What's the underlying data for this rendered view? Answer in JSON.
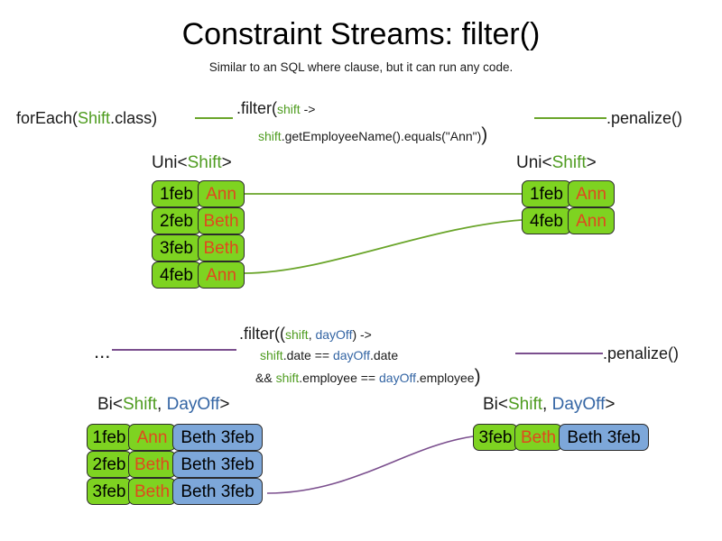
{
  "header": {
    "title": "Constraint Streams: filter()",
    "subtitle": "Similar to an SQL where clause, but it can run any code."
  },
  "colors": {
    "shift_green": "#7ed321",
    "dayoff_blue": "#7da7d9",
    "name_orange": "#e0481e",
    "token_green": "#4f9c20",
    "token_blue": "#3465a4",
    "line_green": "#6aa52a",
    "line_purple": "#7b4f8e",
    "card_border": "#2b2b2b",
    "background": "#ffffff"
  },
  "uni_section": {
    "source_call": {
      "prefix": "forEach(",
      "type": "Shift",
      "suffix": ".class)"
    },
    "filter_line1_prefix": ".filter(",
    "filter_line1_param": "shift",
    "filter_line1_arrow": " ->",
    "filter_line2_var": "shift",
    "filter_line2_body": ".getEmployeeName().equals(\"Ann\")",
    "filter_close_paren": ")",
    "penalize_label": ".penalize()",
    "input_label": {
      "prefix": "Uni<",
      "type": "Shift",
      "suffix": ">"
    },
    "output_label": {
      "prefix": "Uni<",
      "type": "Shift",
      "suffix": ">"
    },
    "input_rows": [
      {
        "date": "1feb",
        "name": "Ann"
      },
      {
        "date": "2feb",
        "name": "Beth"
      },
      {
        "date": "3feb",
        "name": "Beth"
      },
      {
        "date": "4feb",
        "name": "Ann"
      }
    ],
    "output_rows": [
      {
        "date": "1feb",
        "name": "Ann"
      },
      {
        "date": "4feb",
        "name": "Ann"
      }
    ]
  },
  "bi_section": {
    "source_ellipsis": "...",
    "filter_line1_prefix": ".filter((",
    "filter_line1_param1": "shift",
    "filter_line1_comma": ", ",
    "filter_line1_param2": "dayOff",
    "filter_line1_arrow": ") ->",
    "filter_line2_var1": "shift",
    "filter_line2_mid": ".date == ",
    "filter_line2_var2": "dayOff",
    "filter_line2_end": ".date",
    "filter_line3_op": "&& ",
    "filter_line3_var1": "shift",
    "filter_line3_mid": ".employee == ",
    "filter_line3_var2": "dayOff",
    "filter_line3_end": ".employee",
    "filter_close_paren": ")",
    "penalize_label": ".penalize()",
    "input_label": {
      "prefix": "Bi<",
      "type1": "Shift",
      "comma": ", ",
      "type2": "DayOff",
      "suffix": ">"
    },
    "output_label": {
      "prefix": "Bi<",
      "type1": "Shift",
      "comma": ", ",
      "type2": "DayOff",
      "suffix": ">"
    },
    "input_rows": [
      {
        "date": "1feb",
        "name": "Ann",
        "dayoff": "Beth 3feb"
      },
      {
        "date": "2feb",
        "name": "Beth",
        "dayoff": "Beth 3feb"
      },
      {
        "date": "3feb",
        "name": "Beth",
        "dayoff": "Beth 3feb"
      }
    ],
    "output_rows": [
      {
        "date": "3feb",
        "name": "Beth",
        "dayoff": "Beth 3feb"
      }
    ]
  }
}
